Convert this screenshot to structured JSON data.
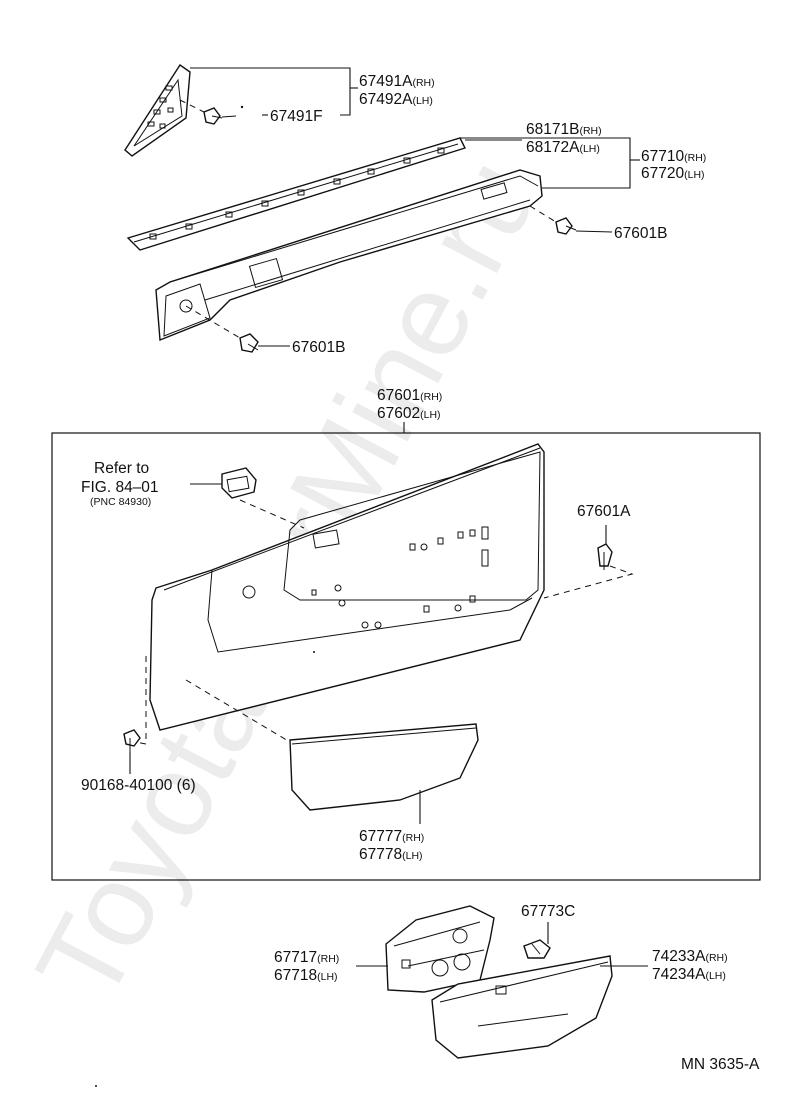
{
  "watermark": "ToyotaCarMine.ru",
  "figure_code": "MN 3635-A",
  "labels": {
    "p67491A": {
      "num": "67491A",
      "tag": "(RH)"
    },
    "p67492A": {
      "num": "67492A",
      "tag": "(LH)"
    },
    "p67491F": {
      "num": "67491F"
    },
    "p68171B": {
      "num": "68171B",
      "tag": "(RH)"
    },
    "p68172A": {
      "num": "68172A",
      "tag": "(LH)"
    },
    "p67710": {
      "num": "67710",
      "tag": "(RH)"
    },
    "p67720": {
      "num": "67720",
      "tag": "(LH)"
    },
    "p67601B_a": {
      "num": "67601B"
    },
    "p67601B_b": {
      "num": "67601B"
    },
    "p67601": {
      "num": "67601",
      "tag": "(RH)"
    },
    "p67602": {
      "num": "67602",
      "tag": "(LH)"
    },
    "refer_line1": "Refer to",
    "refer_line2": "FIG. 84–01",
    "refer_line3": "(PNC 84930)",
    "p67601A": {
      "num": "67601A"
    },
    "p90168": {
      "num": "90168-40100 (6)"
    },
    "p67777": {
      "num": "67777",
      "tag": "(RH)"
    },
    "p67778": {
      "num": "67778",
      "tag": "(LH)"
    },
    "p67773C": {
      "num": "67773C"
    },
    "p67717": {
      "num": "67717",
      "tag": "(RH)"
    },
    "p67718": {
      "num": "67718",
      "tag": "(LH)"
    },
    "p74233A": {
      "num": "74233A",
      "tag": "(RH)"
    },
    "p74234A": {
      "num": "74234A",
      "tag": "(LH)"
    }
  }
}
